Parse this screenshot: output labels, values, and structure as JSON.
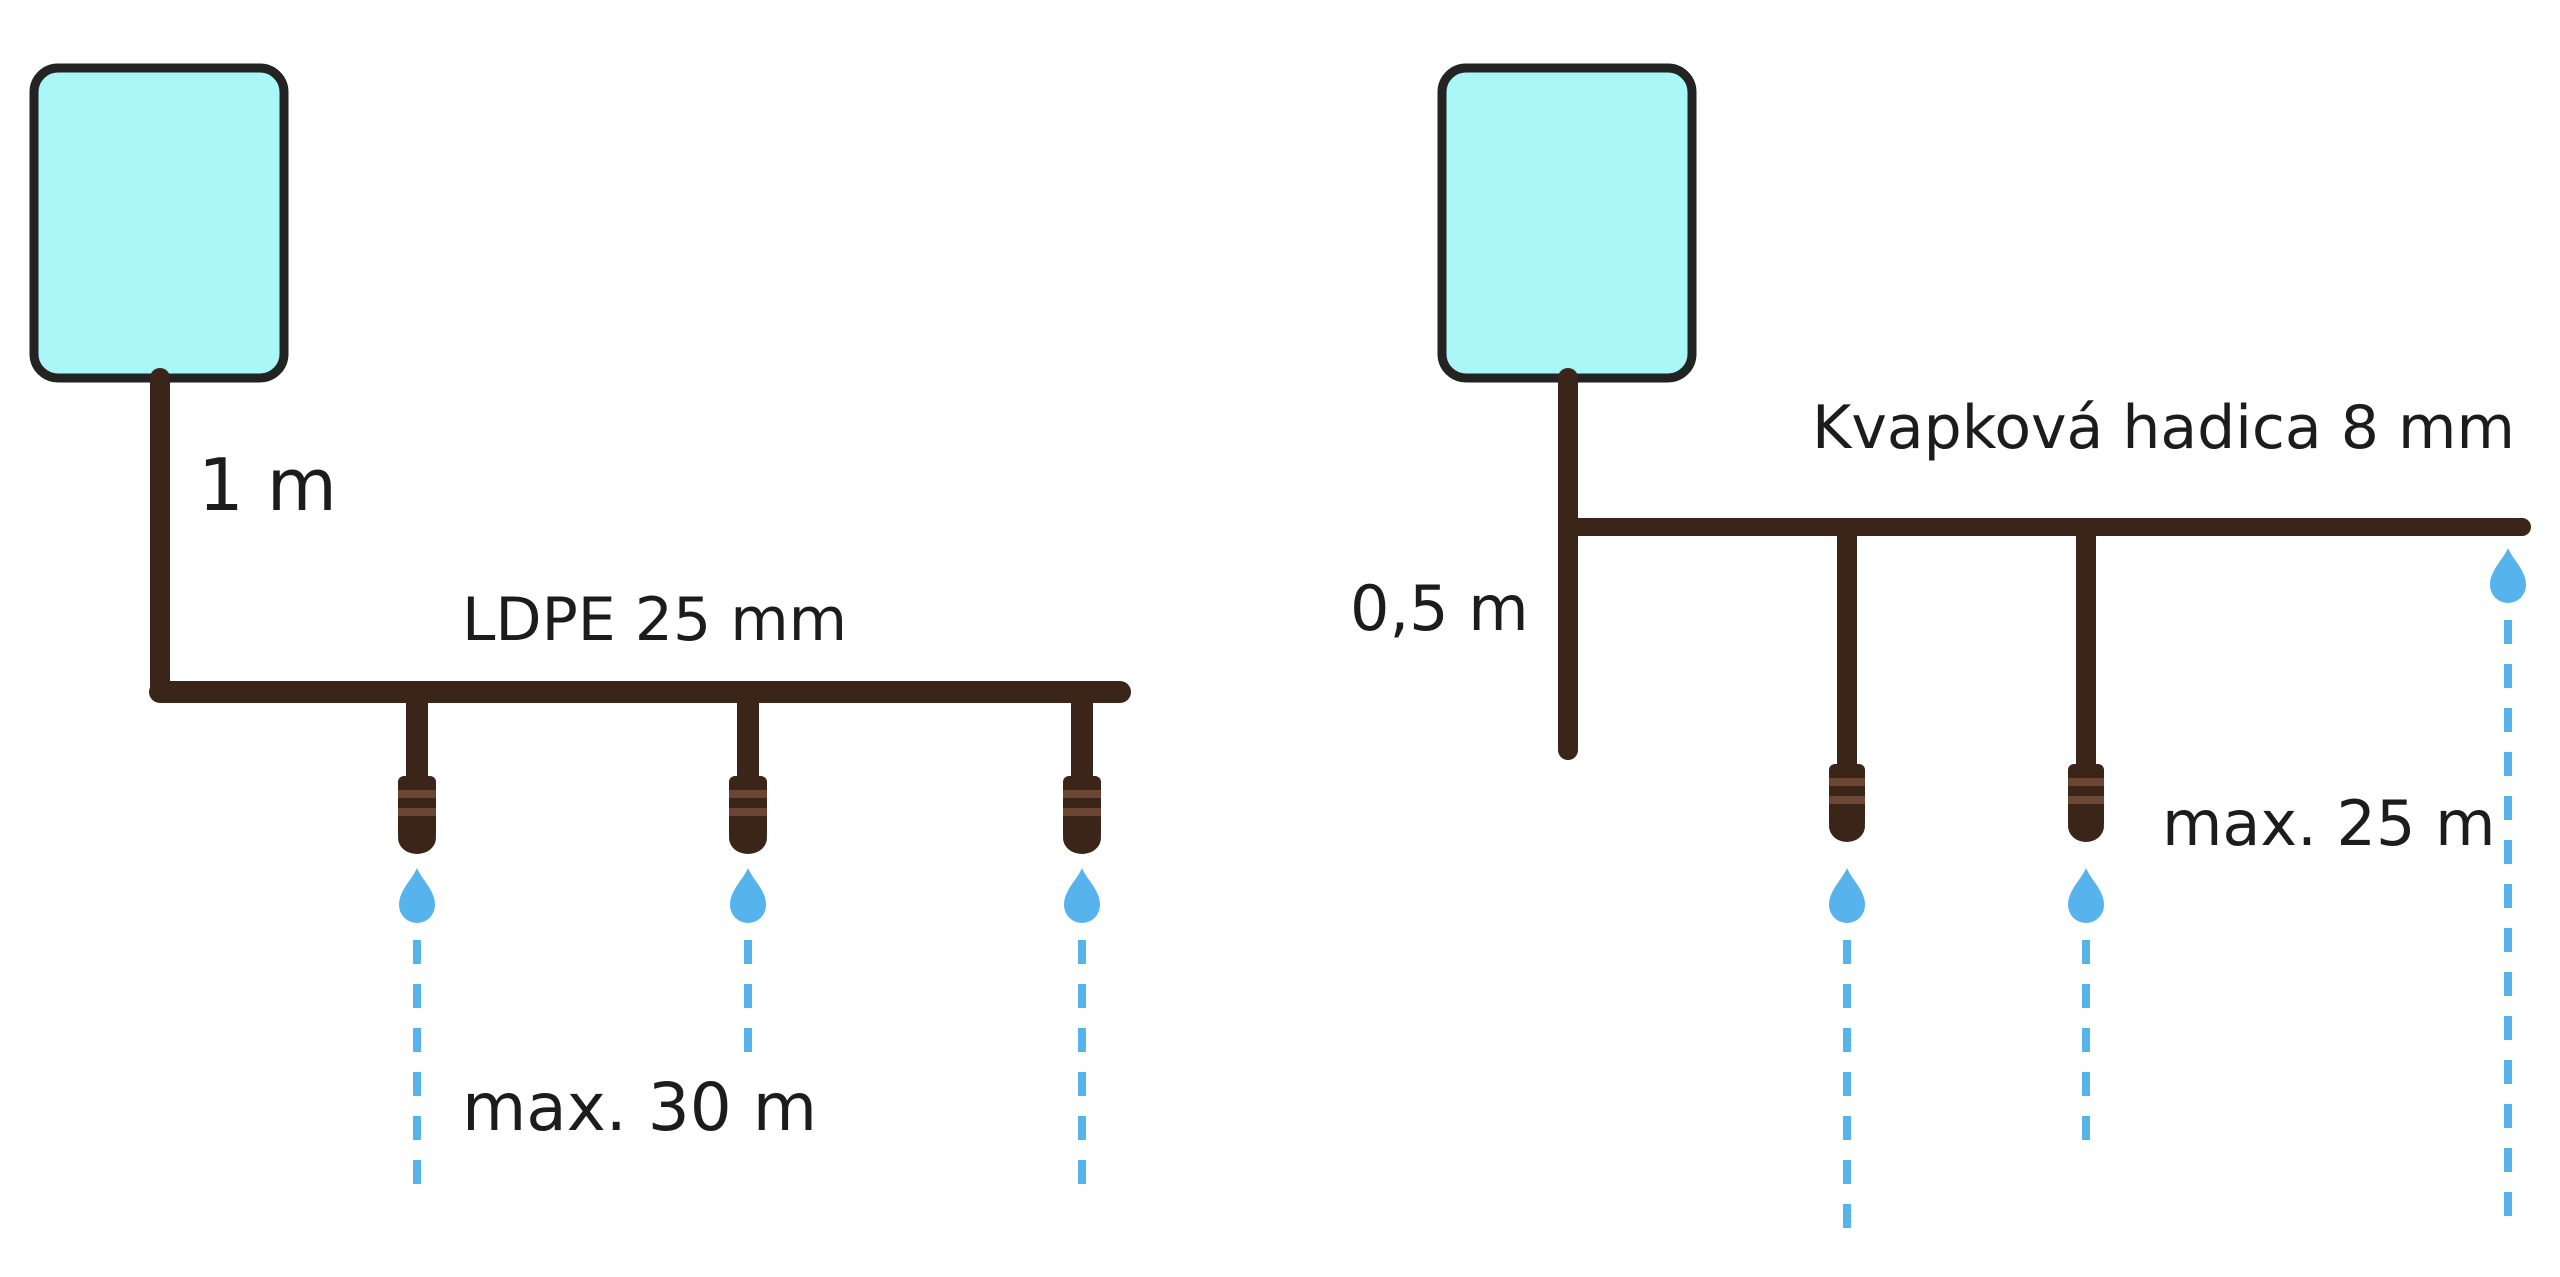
{
  "left_system": {
    "riser_label": "1 m",
    "pipe_label": "LDPE 25 mm",
    "distance_label": "max. 30 m",
    "tank_color": "#aaf7f8",
    "pipe_color": "#3b2418",
    "water_color": "#57b3ec"
  },
  "right_system": {
    "riser_label": "0,5 m",
    "pipe_label": "Kvapková hadica 8 mm",
    "distance_label": "max. 25 m",
    "tank_color": "#aaf7f8",
    "pipe_color": "#3b2418",
    "water_color": "#57b3ec"
  }
}
